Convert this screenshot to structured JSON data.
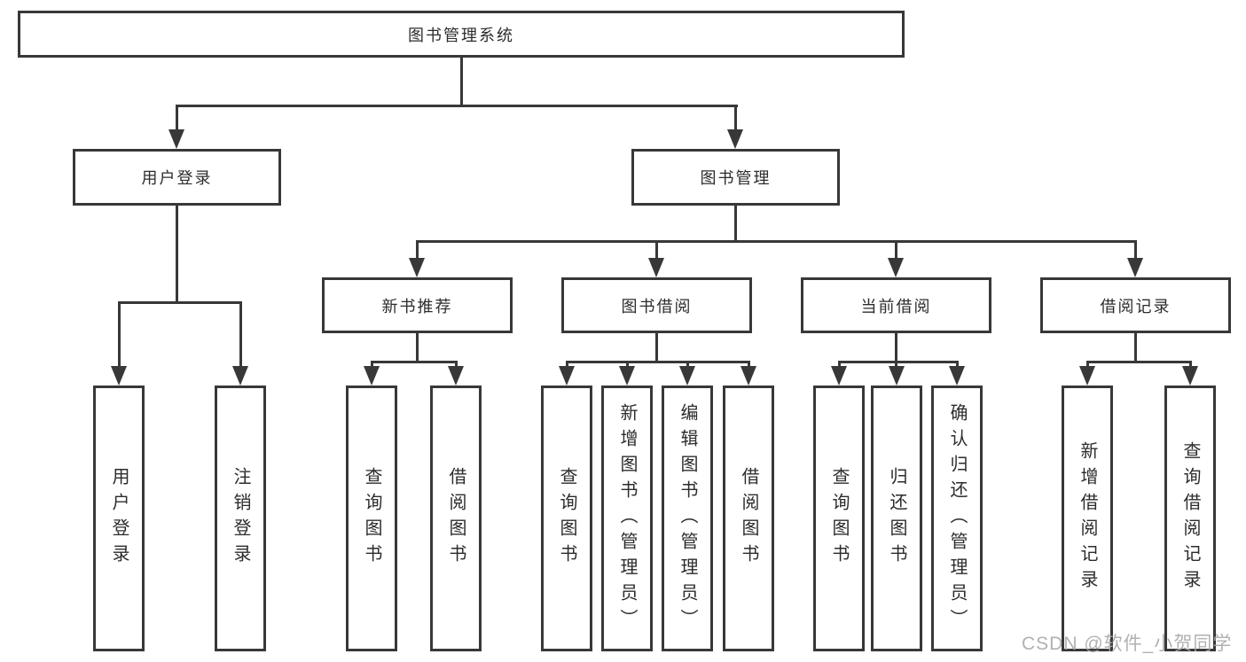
{
  "colors": {
    "line": "#383838",
    "text": "#2c2c2c",
    "watermark": "#a8a8a8",
    "background": "#ffffff"
  },
  "watermark": "CSDN @软件_小贺同学",
  "tree": {
    "root": {
      "label": "图书管理系统"
    },
    "branches": [
      {
        "label": "用户登录",
        "children": [
          "用户登录",
          "注销登录"
        ]
      },
      {
        "label": "图书管理",
        "sections": [
          {
            "label": "新书推荐",
            "children": [
              "查询图书",
              "借阅图书"
            ]
          },
          {
            "label": "图书借阅",
            "children": [
              "查询图书",
              "新增图书（管理员）",
              "编辑图书（管理员）",
              "借阅图书"
            ]
          },
          {
            "label": "当前借阅",
            "children": [
              "查询图书",
              "归还图书",
              "确认归还（管理员）"
            ]
          },
          {
            "label": "借阅记录",
            "children": [
              "新增借阅记录",
              "查询借阅记录"
            ]
          }
        ]
      }
    ]
  }
}
